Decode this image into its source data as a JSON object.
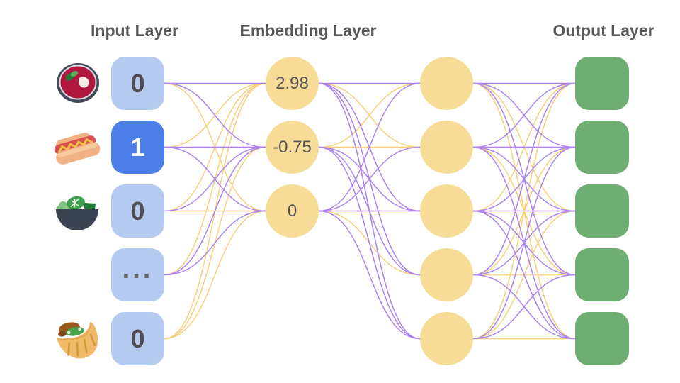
{
  "titles": {
    "input": "Input Layer",
    "embedding": "Embedding Layer",
    "output": "Output Layer"
  },
  "colors": {
    "background": "#ffffff",
    "title_text": "#595959",
    "input_node_fill": "#b4caf1",
    "input_node_active_fill": "#4d7fe8",
    "node_value_text": "#4f4f4f",
    "embedding_node_fill": "#f6dc96",
    "output_node_fill": "#6fae72",
    "edge_purple": "#ac82f0",
    "edge_yellow": "#f6cf7d"
  },
  "input_layer": {
    "nodes": [
      {
        "icon": "borscht-soup-icon",
        "value": "0",
        "active": false
      },
      {
        "icon": "hot-dog-icon",
        "value": "1",
        "active": true
      },
      {
        "icon": "salad-icon",
        "value": "0",
        "active": false
      },
      {
        "icon": null,
        "value": "...",
        "active": false
      },
      {
        "icon": "pita-icon",
        "value": "0",
        "active": false
      }
    ]
  },
  "embedding_layer": {
    "nodes": [
      {
        "value": "2.98"
      },
      {
        "value": "-0.75"
      },
      {
        "value": "0"
      }
    ]
  },
  "hidden_layer": {
    "node_count": 5
  },
  "output_layer": {
    "node_count": 5
  },
  "edges": {
    "palette": {
      "P": "edge_purple",
      "Y": "edge_yellow"
    },
    "input_to_embedding": [
      [
        "P",
        "P",
        "Y"
      ],
      [
        "Y",
        "P",
        "P"
      ],
      [
        "Y",
        "P",
        "Y"
      ],
      [
        "Y",
        "P",
        "P"
      ],
      [
        "Y",
        "Y",
        "Y"
      ]
    ],
    "embedding_to_hidden": [
      [
        "P",
        "Y",
        "P",
        "P",
        "P"
      ],
      [
        "Y",
        "Y",
        "P",
        "P",
        "P"
      ],
      [
        "P",
        "P",
        "P",
        "Y",
        "P"
      ]
    ],
    "hidden_to_output": [
      [
        "P",
        "P",
        "Y",
        "P",
        "Y"
      ],
      [
        "P",
        "P",
        "P",
        "Y",
        "P"
      ],
      [
        "Y",
        "P",
        "P",
        "P",
        "P"
      ],
      [
        "P",
        "Y",
        "P",
        "Y",
        "P"
      ],
      [
        "Y",
        "P",
        "Y",
        "P",
        "Y"
      ]
    ]
  }
}
